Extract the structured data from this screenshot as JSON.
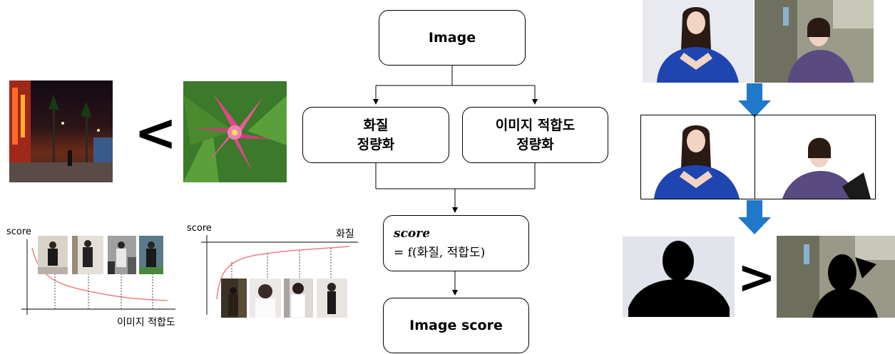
{
  "flow": {
    "image_label": "Image",
    "quality_label": "화질\n정량화",
    "suitability_label": "이미지 적합도\n정량화",
    "formula_lhs": "score",
    "formula_rhs": "= f(화질, 적합도)",
    "result_label": "Image score"
  },
  "left_compare": {
    "symbol": "<"
  },
  "graph_left": {
    "ylabel": "score",
    "xlabel": "이미지 적합도"
  },
  "graph_right": {
    "ylabel": "score",
    "xlabel": "화질"
  },
  "right_compare": {
    "symbol": ">"
  },
  "colors": {
    "arrow_blue": "#1f78c8",
    "curve_red": "#f08080"
  }
}
